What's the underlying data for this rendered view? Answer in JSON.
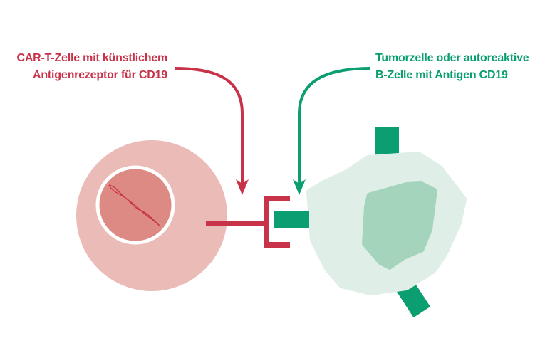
{
  "labels": {
    "car_t_cell": {
      "line1": "CAR-T-Zelle mit künstlichem",
      "line2": "Antigenrezeptor für CD19"
    },
    "tumor_cell": {
      "line1": "Tumorzelle oder autoreaktive",
      "line2": "B-Zelle mit Antigen CD19"
    }
  },
  "colors": {
    "red": "#c8334a",
    "green": "#0a9e70",
    "t_cell": "#ebbcb7",
    "t_nucleus": "#dc8a83",
    "tumor_cell": "#dfeee7",
    "tumor_nucleus": "#a5d4bd"
  }
}
